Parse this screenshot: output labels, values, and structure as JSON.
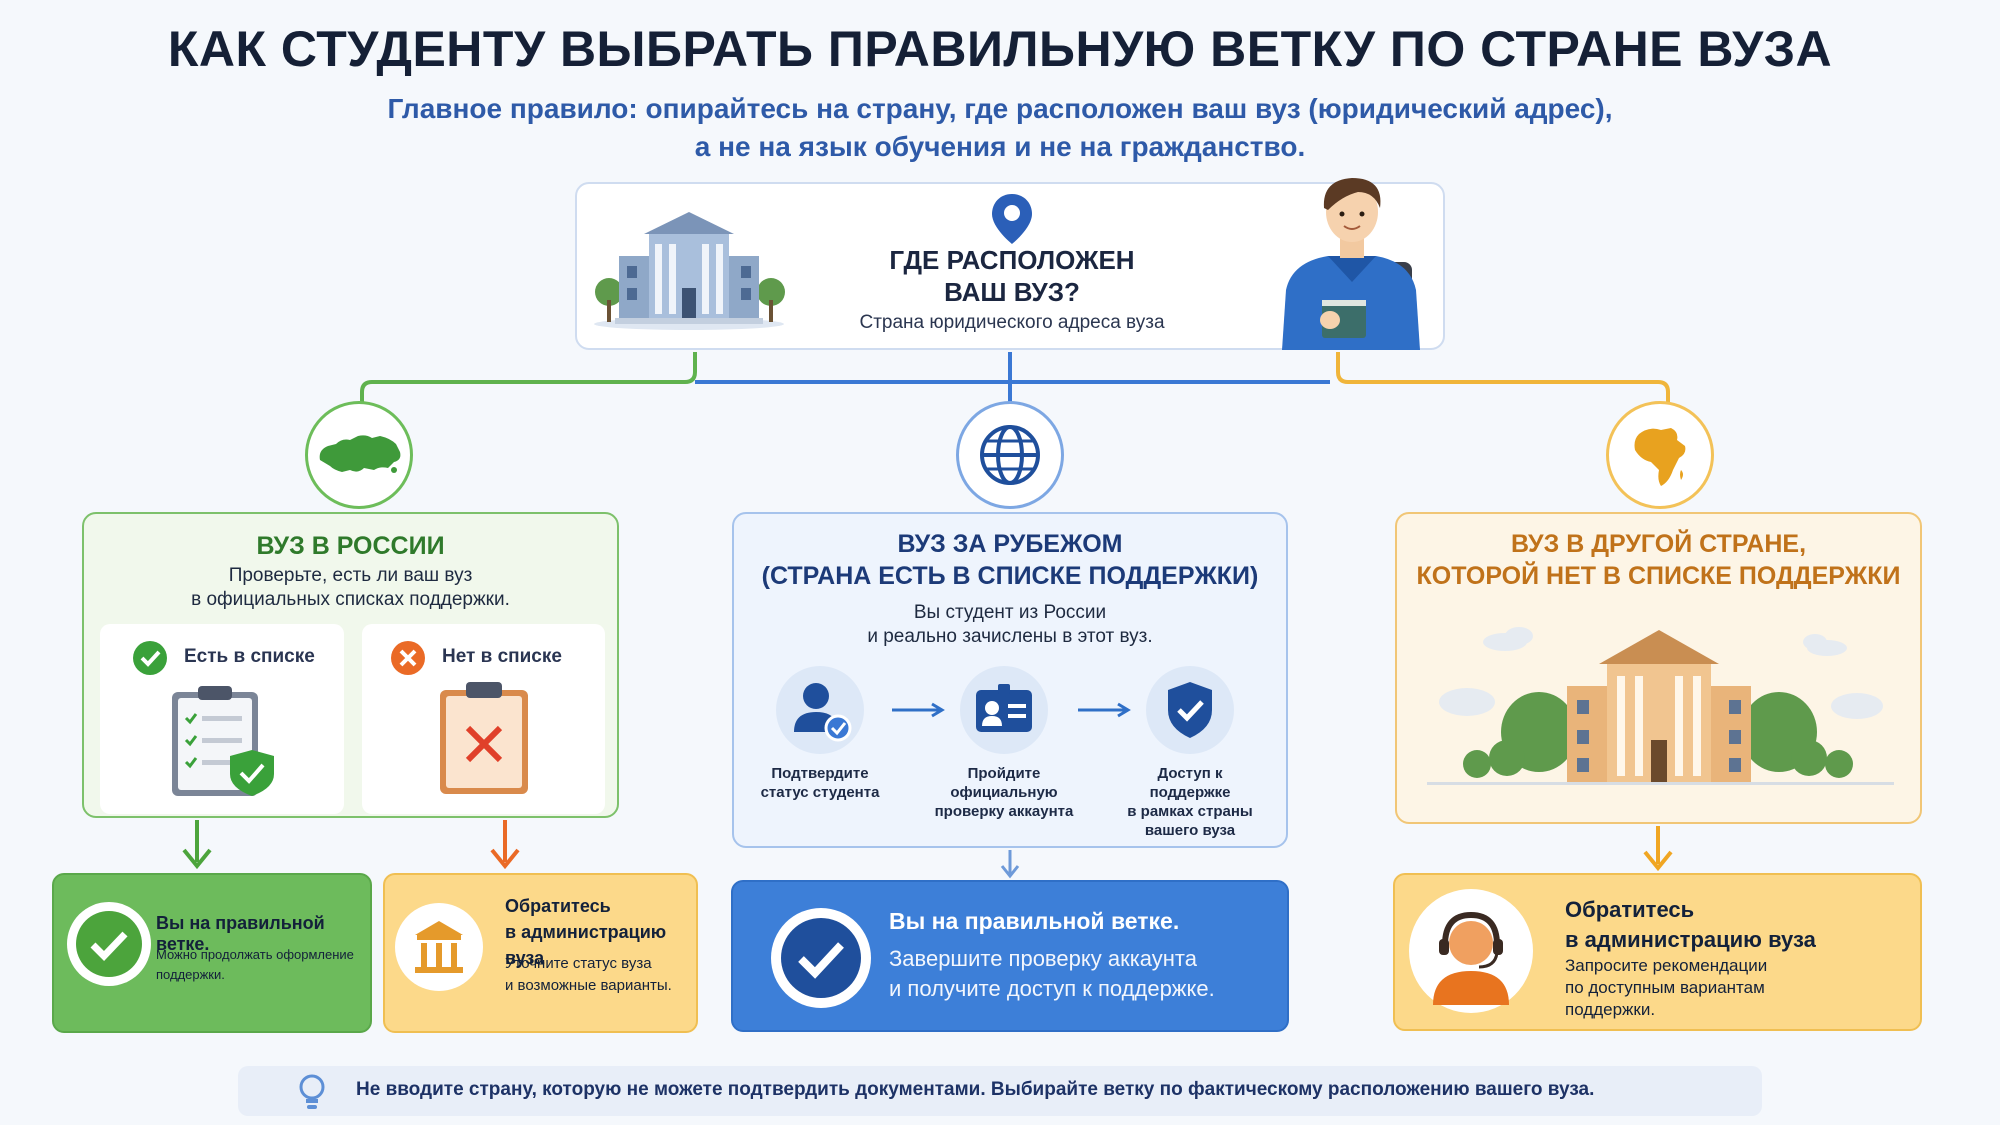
{
  "title": "КАК СТУДЕНТУ ВЫБРАТЬ ПРАВИЛЬНУЮ ВЕТКУ ПО СТРАНЕ ВУЗА",
  "subtitle": {
    "line1": "Главное правило: опирайтесь на страну, где расположен ваш вуз (юридический адрес),",
    "line2": "а не на язык обучения и не на гражданство."
  },
  "top": {
    "question_line1": "ГДЕ РАСПОЛОЖЕН",
    "question_line2": "ВАШ ВУЗ?",
    "subtext": "Страна юридического адреса вуза"
  },
  "branch_russia": {
    "title": "ВУЗ В РОССИИ",
    "text_line1": "Проверьте, есть ли ваш вуз",
    "text_line2": "в официальных списках поддержки.",
    "in_list": "Есть в списке",
    "not_in_list": "Нет в списке",
    "result_ok_title": "Вы на правильной ветке.",
    "result_ok_text_line1": "Можно продолжать оформление",
    "result_ok_text_line2": "поддержки.",
    "result_admin_title_line1": "Обратитесь",
    "result_admin_title_line2": "в администрацию вуза",
    "result_admin_text_line1": "Уточните статус вуза",
    "result_admin_text_line2": "и возможные варианты."
  },
  "branch_abroad": {
    "title_line1": "ВУЗ ЗА РУБЕЖОМ",
    "title_line2": "(СТРАНА ЕСТЬ В СПИСКЕ ПОДДЕРЖКИ)",
    "text_line1": "Вы студент из России",
    "text_line2": "и реально зачислены в этот вуз.",
    "steps": [
      {
        "line1": "Подтвердите",
        "line2": "статус студента",
        "line3": "",
        "line4": ""
      },
      {
        "line1": "Пройдите",
        "line2": "официальную",
        "line3": "проверку аккаунта",
        "line4": ""
      },
      {
        "line1": "Доступ к",
        "line2": "поддержке",
        "line3": "в рамках страны",
        "line4": "вашего вуза"
      }
    ],
    "result_title": "Вы на правильной ветке.",
    "result_text_line1": "Завершите проверку аккаунта",
    "result_text_line2": "и получите доступ к поддержке."
  },
  "branch_other": {
    "title_line1": "ВУЗ В ДРУГОЙ СТРАНЕ,",
    "title_line2": "КОТОРОЙ НЕТ В СПИСКЕ ПОДДЕРЖКИ",
    "result_title_line1": "Обратитесь",
    "result_title_line2": "в администрацию вуза",
    "result_text_line1": "Запросите рекомендации",
    "result_text_line2": "по доступным вариантам",
    "result_text_line3": "поддержки."
  },
  "footer": {
    "text": "Не вводите страну, которую не можете подтвердить документами. Выбирайте ветку по фактическому расположению вашего вуза."
  },
  "colors": {
    "green": "#4caf50",
    "blue": "#2f6fc7",
    "orange": "#f0a623",
    "navy": "#1c3a78"
  }
}
